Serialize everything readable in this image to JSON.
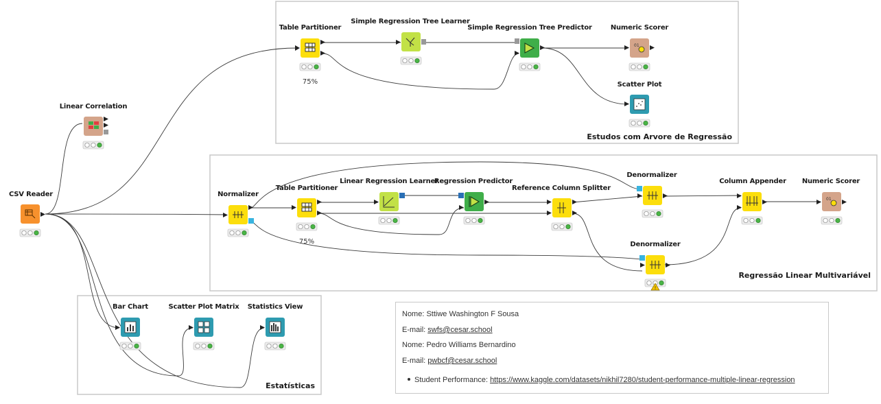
{
  "annotations": {
    "tree_title": "Estudos com Arvore de Regressão",
    "linreg_title": "Regressão Linear Multivariável",
    "stats_title": "Estatísticas"
  },
  "nodes": {
    "csv_reader": "CSV Reader",
    "linear_correlation": "Linear Correlation",
    "table_partitioner_1": "Table Partitioner",
    "table_partitioner_1_sub": "75%",
    "tree_learner": "Simple Regression Tree Learner",
    "tree_predictor": "Simple Regression Tree Predictor",
    "numeric_scorer_1": "Numeric Scorer",
    "scatter_plot": "Scatter Plot",
    "normalizer": "Normalizer",
    "table_partitioner_2": "Table Partitioner",
    "table_partitioner_2_sub": "75%",
    "linear_regression_learner": "Linear Regression Learner",
    "regression_predictor": "Regression Predictor",
    "reference_column_splitter": "Reference Column Splitter",
    "denormalizer_1": "Denormalizer",
    "denormalizer_2": "Denormalizer",
    "column_appender": "Column Appender",
    "numeric_scorer_2": "Numeric Scorer",
    "bar_chart": "Bar Chart",
    "scatter_plot_matrix": "Scatter Plot Matrix",
    "statistics_view": "Statistics View"
  },
  "info": {
    "name1": "Nome: Sttiwe Washington F Sousa",
    "email1_label": "E-mail: ",
    "email1": "swfs@cesar.school",
    "name2": "Nome: Pedro Williams Bernardino",
    "email2_label": "E-mail: ",
    "email2": "pwbcf@cesar.school",
    "dataset_label": "Student Performance: ",
    "dataset_link": "https://www.kaggle.com/datasets/nikhil7280/student-performance-multiple-linear-regression"
  },
  "colors": {
    "source": "#f7912d",
    "manipulator": "#fcde0c",
    "learner": "#c2e146",
    "predictor": "#3fae49",
    "visualizer": "#2e9bb0",
    "other": "#d4a48a",
    "status_ok": "#4ab546",
    "warning": "#f2c200"
  },
  "icons": {
    "csv_reader": "table-arrow-icon",
    "linear_correlation": "correlation-matrix-icon",
    "table_partitioner": "partition-table-icon",
    "tree_learner": "tree-learner-icon",
    "tree_predictor": "predictor-icon",
    "numeric_scorer": "scorer-icon",
    "scatter_plot": "scatter-plot-icon",
    "normalizer": "normalize-icon",
    "linear_regression_learner": "line-fit-icon",
    "regression_predictor": "predictor-icon",
    "reference_column_splitter": "splitter-icon",
    "denormalizer": "denormalize-icon",
    "column_appender": "column-append-icon",
    "bar_chart": "bar-chart-icon",
    "scatter_plot_matrix": "scatter-matrix-icon",
    "statistics_view": "statistics-icon",
    "status": "traffic-light-icon",
    "warning": "warning-icon"
  }
}
